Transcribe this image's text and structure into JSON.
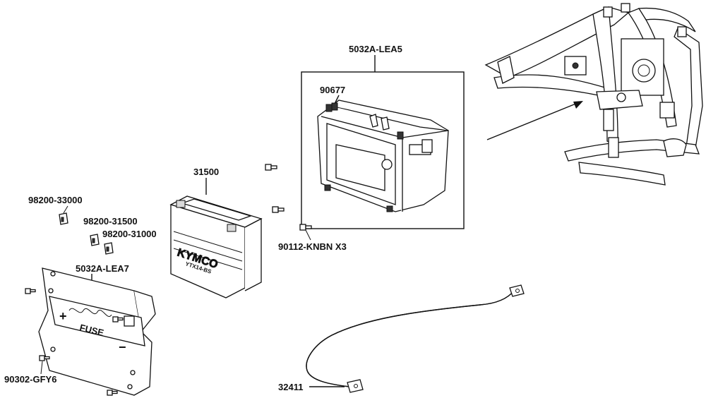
{
  "parts": {
    "battery_box": "5032A-LEA5",
    "grommet": "90677",
    "battery": "31500",
    "fuse_30a": "98200-33000",
    "fuse_15a": "98200-31500",
    "fuse_10a": "98200-31000",
    "fuse_bracket": "5032A-LEA7",
    "screws": "90112-KNBN X3",
    "bracket_screw": "90302-GFY6",
    "cable": "32411"
  },
  "markings": {
    "fuse_label": "FUSE",
    "plus": "+",
    "minus": "−",
    "brand": "KYMCO",
    "battery_plate": "YTX14-BS"
  }
}
